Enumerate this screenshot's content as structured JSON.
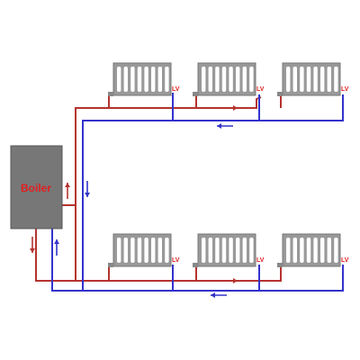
{
  "boiler": {
    "label": "Boiler"
  },
  "valve_label": "LV",
  "colors": {
    "flow": "#b5332e",
    "return": "#3333cc",
    "boiler": "#777777",
    "radiator": "#999999",
    "label": "#e02020",
    "background": "#ffffff"
  },
  "arrows": [
    {
      "name": "flow-arrow-top",
      "direction": "right",
      "color": "flow"
    },
    {
      "name": "return-arrow-top",
      "direction": "left",
      "color": "return"
    },
    {
      "name": "flow-arrow-boiler-up",
      "direction": "up",
      "color": "flow"
    },
    {
      "name": "return-arrow-riser-down",
      "direction": "down",
      "color": "return"
    },
    {
      "name": "flow-arrow-boiler-down",
      "direction": "down",
      "color": "flow"
    },
    {
      "name": "return-arrow-boiler-up",
      "direction": "up",
      "color": "return"
    },
    {
      "name": "flow-arrow-bottom",
      "direction": "right",
      "color": "flow"
    },
    {
      "name": "return-arrow-bottom",
      "direction": "left",
      "color": "return"
    }
  ],
  "radiators": [
    {
      "name": "radiator-top-1",
      "valve": "LV"
    },
    {
      "name": "radiator-top-2",
      "valve": "LV"
    },
    {
      "name": "radiator-top-3",
      "valve": "LV"
    },
    {
      "name": "radiator-bottom-1",
      "valve": "LV"
    },
    {
      "name": "radiator-bottom-2",
      "valve": "LV"
    },
    {
      "name": "radiator-bottom-3",
      "valve": "LV"
    }
  ]
}
